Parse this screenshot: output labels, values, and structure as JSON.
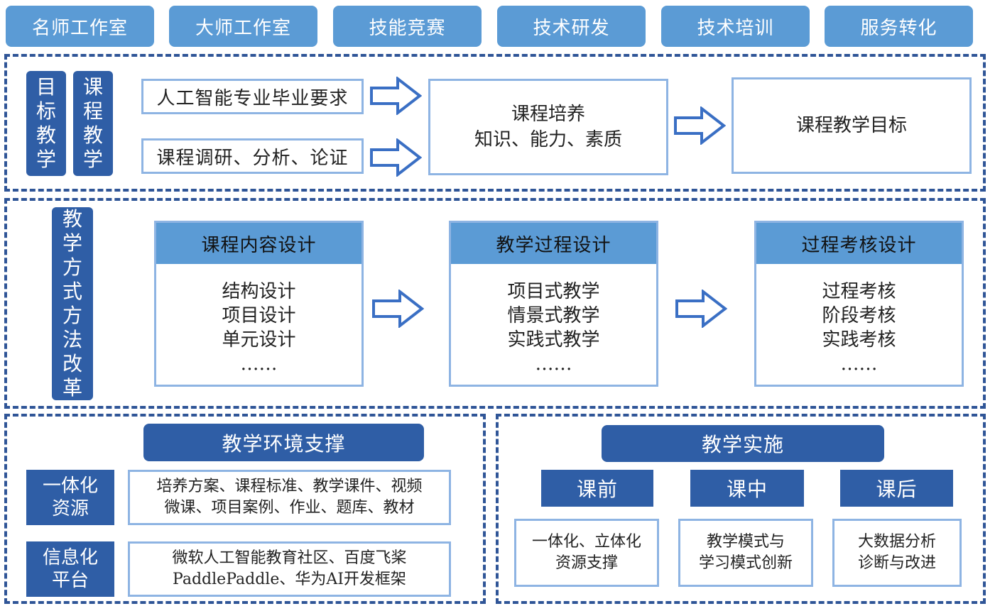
{
  "top_tabs": [
    "名师工作室",
    "大师工作室",
    "技能竞赛",
    "技术研发",
    "技术培训",
    "服务转化"
  ],
  "section1": {
    "vertical_labels": [
      [
        "目",
        "标",
        "教",
        "学"
      ],
      [
        "课",
        "程",
        "教",
        "学"
      ]
    ],
    "inputs": [
      "人工智能专业毕业要求",
      "课程调研、分析、论证"
    ],
    "middle_lines": [
      "课程培养",
      "知识、能力、素质"
    ],
    "target": "课程教学目标"
  },
  "section2": {
    "vertical_label": [
      "教",
      "学",
      "方",
      "式",
      "方",
      "法",
      "改",
      "革"
    ],
    "cards": [
      {
        "title": "课程内容设计",
        "items": [
          "结构设计",
          "项目设计",
          "单元设计",
          "……"
        ]
      },
      {
        "title": "教学过程设计",
        "items": [
          "项目式教学",
          "情景式教学",
          "实践式教学",
          "……"
        ]
      },
      {
        "title": "过程考核设计",
        "items": [
          "过程考核",
          "阶段考核",
          "实践考核",
          "……"
        ]
      }
    ]
  },
  "section3": {
    "title": "教学环境支撑",
    "rows": [
      {
        "label": [
          "一体化",
          "资源"
        ],
        "text": [
          "培养方案、课程标准、教学课件、视频",
          "微课、项目案例、作业、题库、教材"
        ]
      },
      {
        "label": [
          "信息化",
          "平台"
        ],
        "text": [
          "微软人工智能教育社区、百度飞桨",
          "PaddlePaddle、华为AI开发框架"
        ]
      }
    ]
  },
  "section4": {
    "title": "教学实施",
    "phases": [
      {
        "name": "课前",
        "text": [
          "一体化、立体化",
          "资源支撑"
        ]
      },
      {
        "name": "课中",
        "text": [
          "教学模式与",
          "学习模式创新"
        ]
      },
      {
        "name": "课后",
        "text": [
          "大数据分析",
          "诊断与改进"
        ]
      }
    ]
  },
  "colors": {
    "light_blue": "#5b9bd5",
    "dark_blue": "#2f5ea6",
    "dash_blue": "#2f5597",
    "border_blue": "#8eb4e3"
  }
}
